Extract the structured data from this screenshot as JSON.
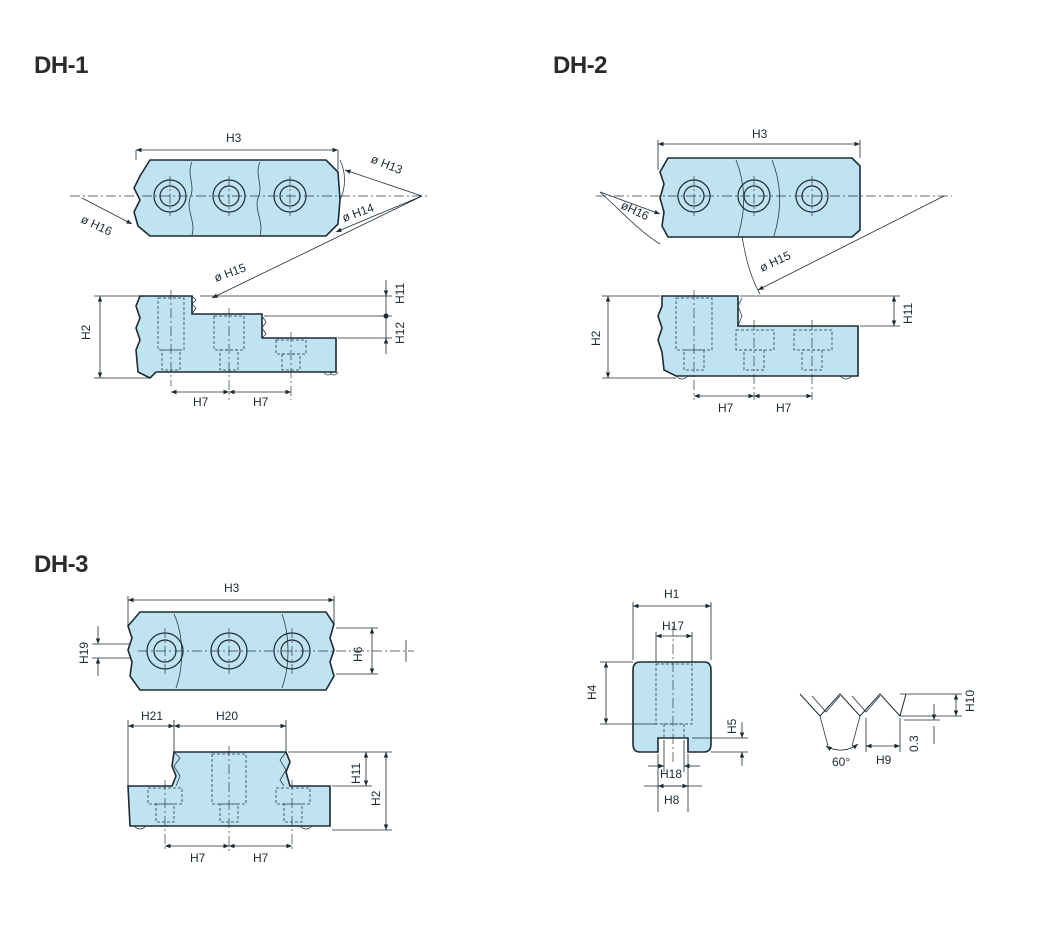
{
  "sections": {
    "dh1": {
      "title": "DH-1"
    },
    "dh2": {
      "title": "DH-2"
    },
    "dh3": {
      "title": "DH-3"
    }
  },
  "labels": {
    "h1": "H1",
    "h2": "H2",
    "h3": "H3",
    "h4": "H4",
    "h5": "H5",
    "h6": "H6",
    "h7": "H7",
    "h8": "H8",
    "h9": "H9",
    "h10": "H10",
    "h11": "H11",
    "h12": "H12",
    "h13": "H13",
    "h14": "H14",
    "h15": "H15",
    "h16": "H16",
    "h17": "H17",
    "h18": "H18",
    "h19": "H19",
    "h20": "H20",
    "h21": "H21",
    "angle": "60°",
    "offset": "0.3",
    "dia": "ø"
  },
  "colors": {
    "body_fill": "#bfe3f1",
    "line": "#1c2a33"
  }
}
